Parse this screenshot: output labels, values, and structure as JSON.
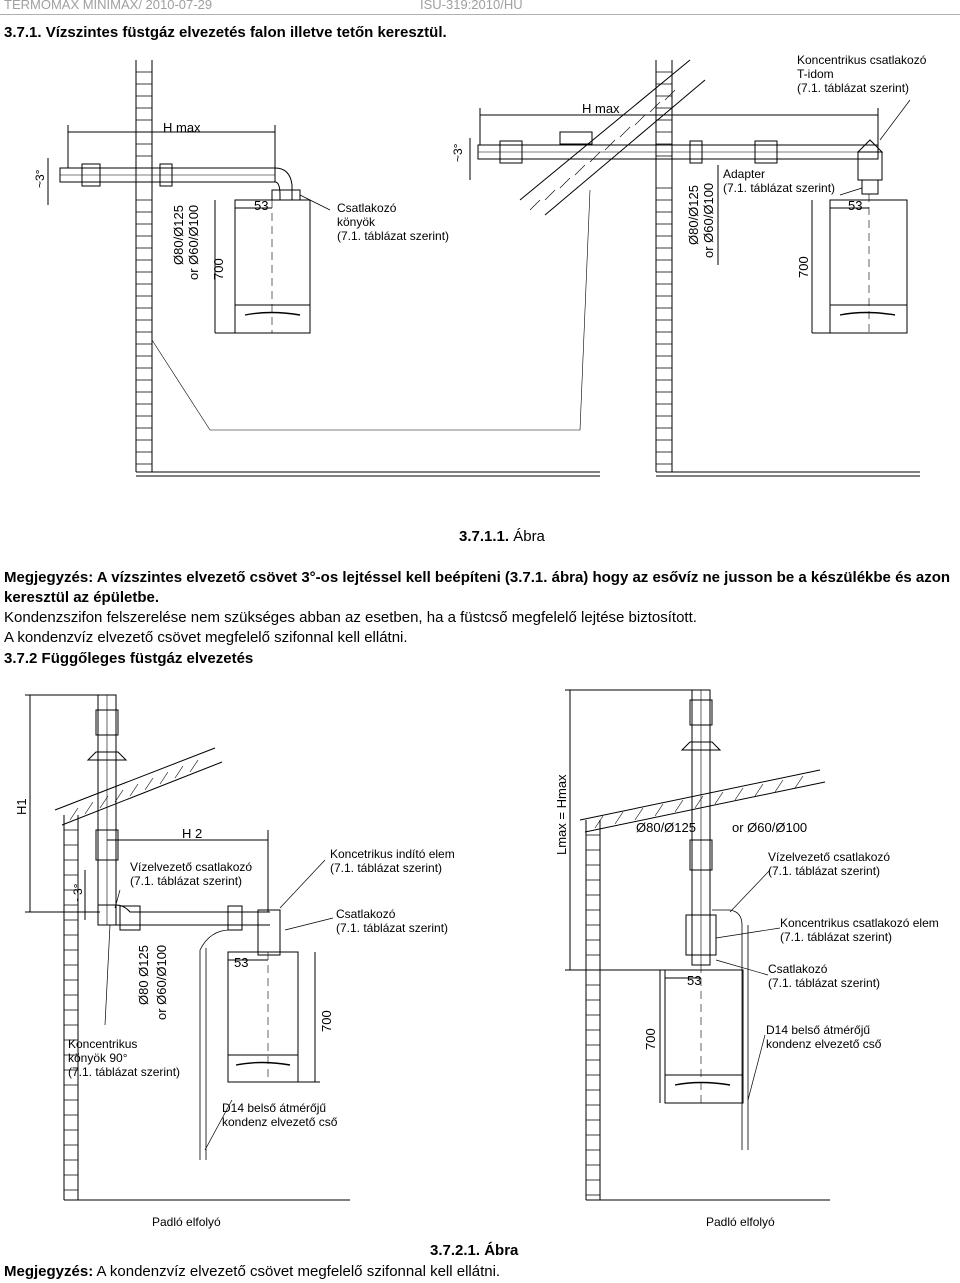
{
  "header": {
    "left": "TERMOMAX MINIMAX/ 2010-07-29",
    "right": "ISU-319:2010/HU"
  },
  "section1": {
    "title": "3.7.1. Vízszintes füstgáz elvezetés falon illetve tetőn keresztül."
  },
  "figure1": {
    "left": {
      "hmax": "H max",
      "angle": "~3°",
      "dim_53": "53",
      "dim_700": "700",
      "pipe_1": "Ø80/Ø125",
      "pipe_2": "or  Ø60/Ø100",
      "label_line1": "Csatlakozó",
      "label_line2": "könyök",
      "label_line3": "(7.1. táblázat szerint)"
    },
    "right": {
      "hmax": "H max",
      "angle": "~3°",
      "dim_53": "53",
      "dim_700": "700",
      "pipe_1": "Ø80/Ø125",
      "pipe_2": "or  Ø60/Ø100",
      "tee_line1": "Koncentrikus csatlakozó",
      "tee_line2": "T-idom",
      "tee_line3": "(7.1. táblázat szerint)",
      "adapter_line1": "Adapter",
      "adapter_line2": "(7.1. táblázat szerint)"
    },
    "caption_prefix": "3.7.1.1.",
    "caption_word": "Ábra"
  },
  "notes": {
    "line1": "Megjegyzés: A vízszintes elvezető csövet 3°-os lejtéssel kell beépíteni (3.7.1. ábra) hogy az esővíz ne jusson be a készülékbe és azon keresztül az épületbe.",
    "line2": "Kondenzszifon felszerelése nem szükséges abban az esetben, ha a füstcső megfelelő lejtése biztosított.",
    "line3": "A kondenzvíz elvezető csövet megfelelő szifonnal kell ellátni."
  },
  "section2": {
    "title": "3.7.2 Függőleges füstgáz elvezetés"
  },
  "figure2": {
    "left": {
      "h1": "H1",
      "h2": "H 2",
      "angle": "~3°",
      "dim_53": "53",
      "dim_700": "700",
      "pipe_1": "Ø80 Ø125",
      "pipe_2": "or Ø60/Ø100",
      "water_line1": "Vízelvezető csatlakozó",
      "water_line2": "(7.1. táblázat szerint)",
      "start_line1": "Koncetrikus indító elem",
      "start_line2": "(7.1. táblázat szerint)",
      "conn_line1": "Csatlakozó",
      "conn_line2": "(7.1. táblázat szerint)",
      "elbow_line1": "Koncentrikus",
      "elbow_line2": "könyök 90°",
      "elbow_line3": "(7.1. táblázat szerint)",
      "d14_line1": "D14 belső átmérőjű",
      "d14_line2": "kondenz elvezető cső",
      "floor": "Padló elfolyó"
    },
    "right": {
      "lmax": "Lmax = Hmax",
      "pipe_1": "Ø80/Ø125",
      "pipe_2": "or  Ø60/Ø100",
      "dim_53": "53",
      "dim_700": "700",
      "water_line1": "Vízelvezető csatlakozó",
      "water_line2": "(7.1. táblázat szerint)",
      "elem_line1": "Koncentrikus csatlakozó elem",
      "elem_line2": "(7.1. táblázat szerint)",
      "conn_line1": "Csatlakozó",
      "conn_line2": "(7.1. táblázat szerint)",
      "d14_line1": "D14 belső átmérőjű",
      "d14_line2": "kondenz elvezető cső",
      "floor": "Padló elfolyó"
    },
    "caption": "3.7.2.1. Ábra"
  },
  "footer_note": {
    "label": "Megjegyzés:",
    "text": " A kondenzvíz elvezető csövet megfelelő szifonnal kell ellátni."
  }
}
